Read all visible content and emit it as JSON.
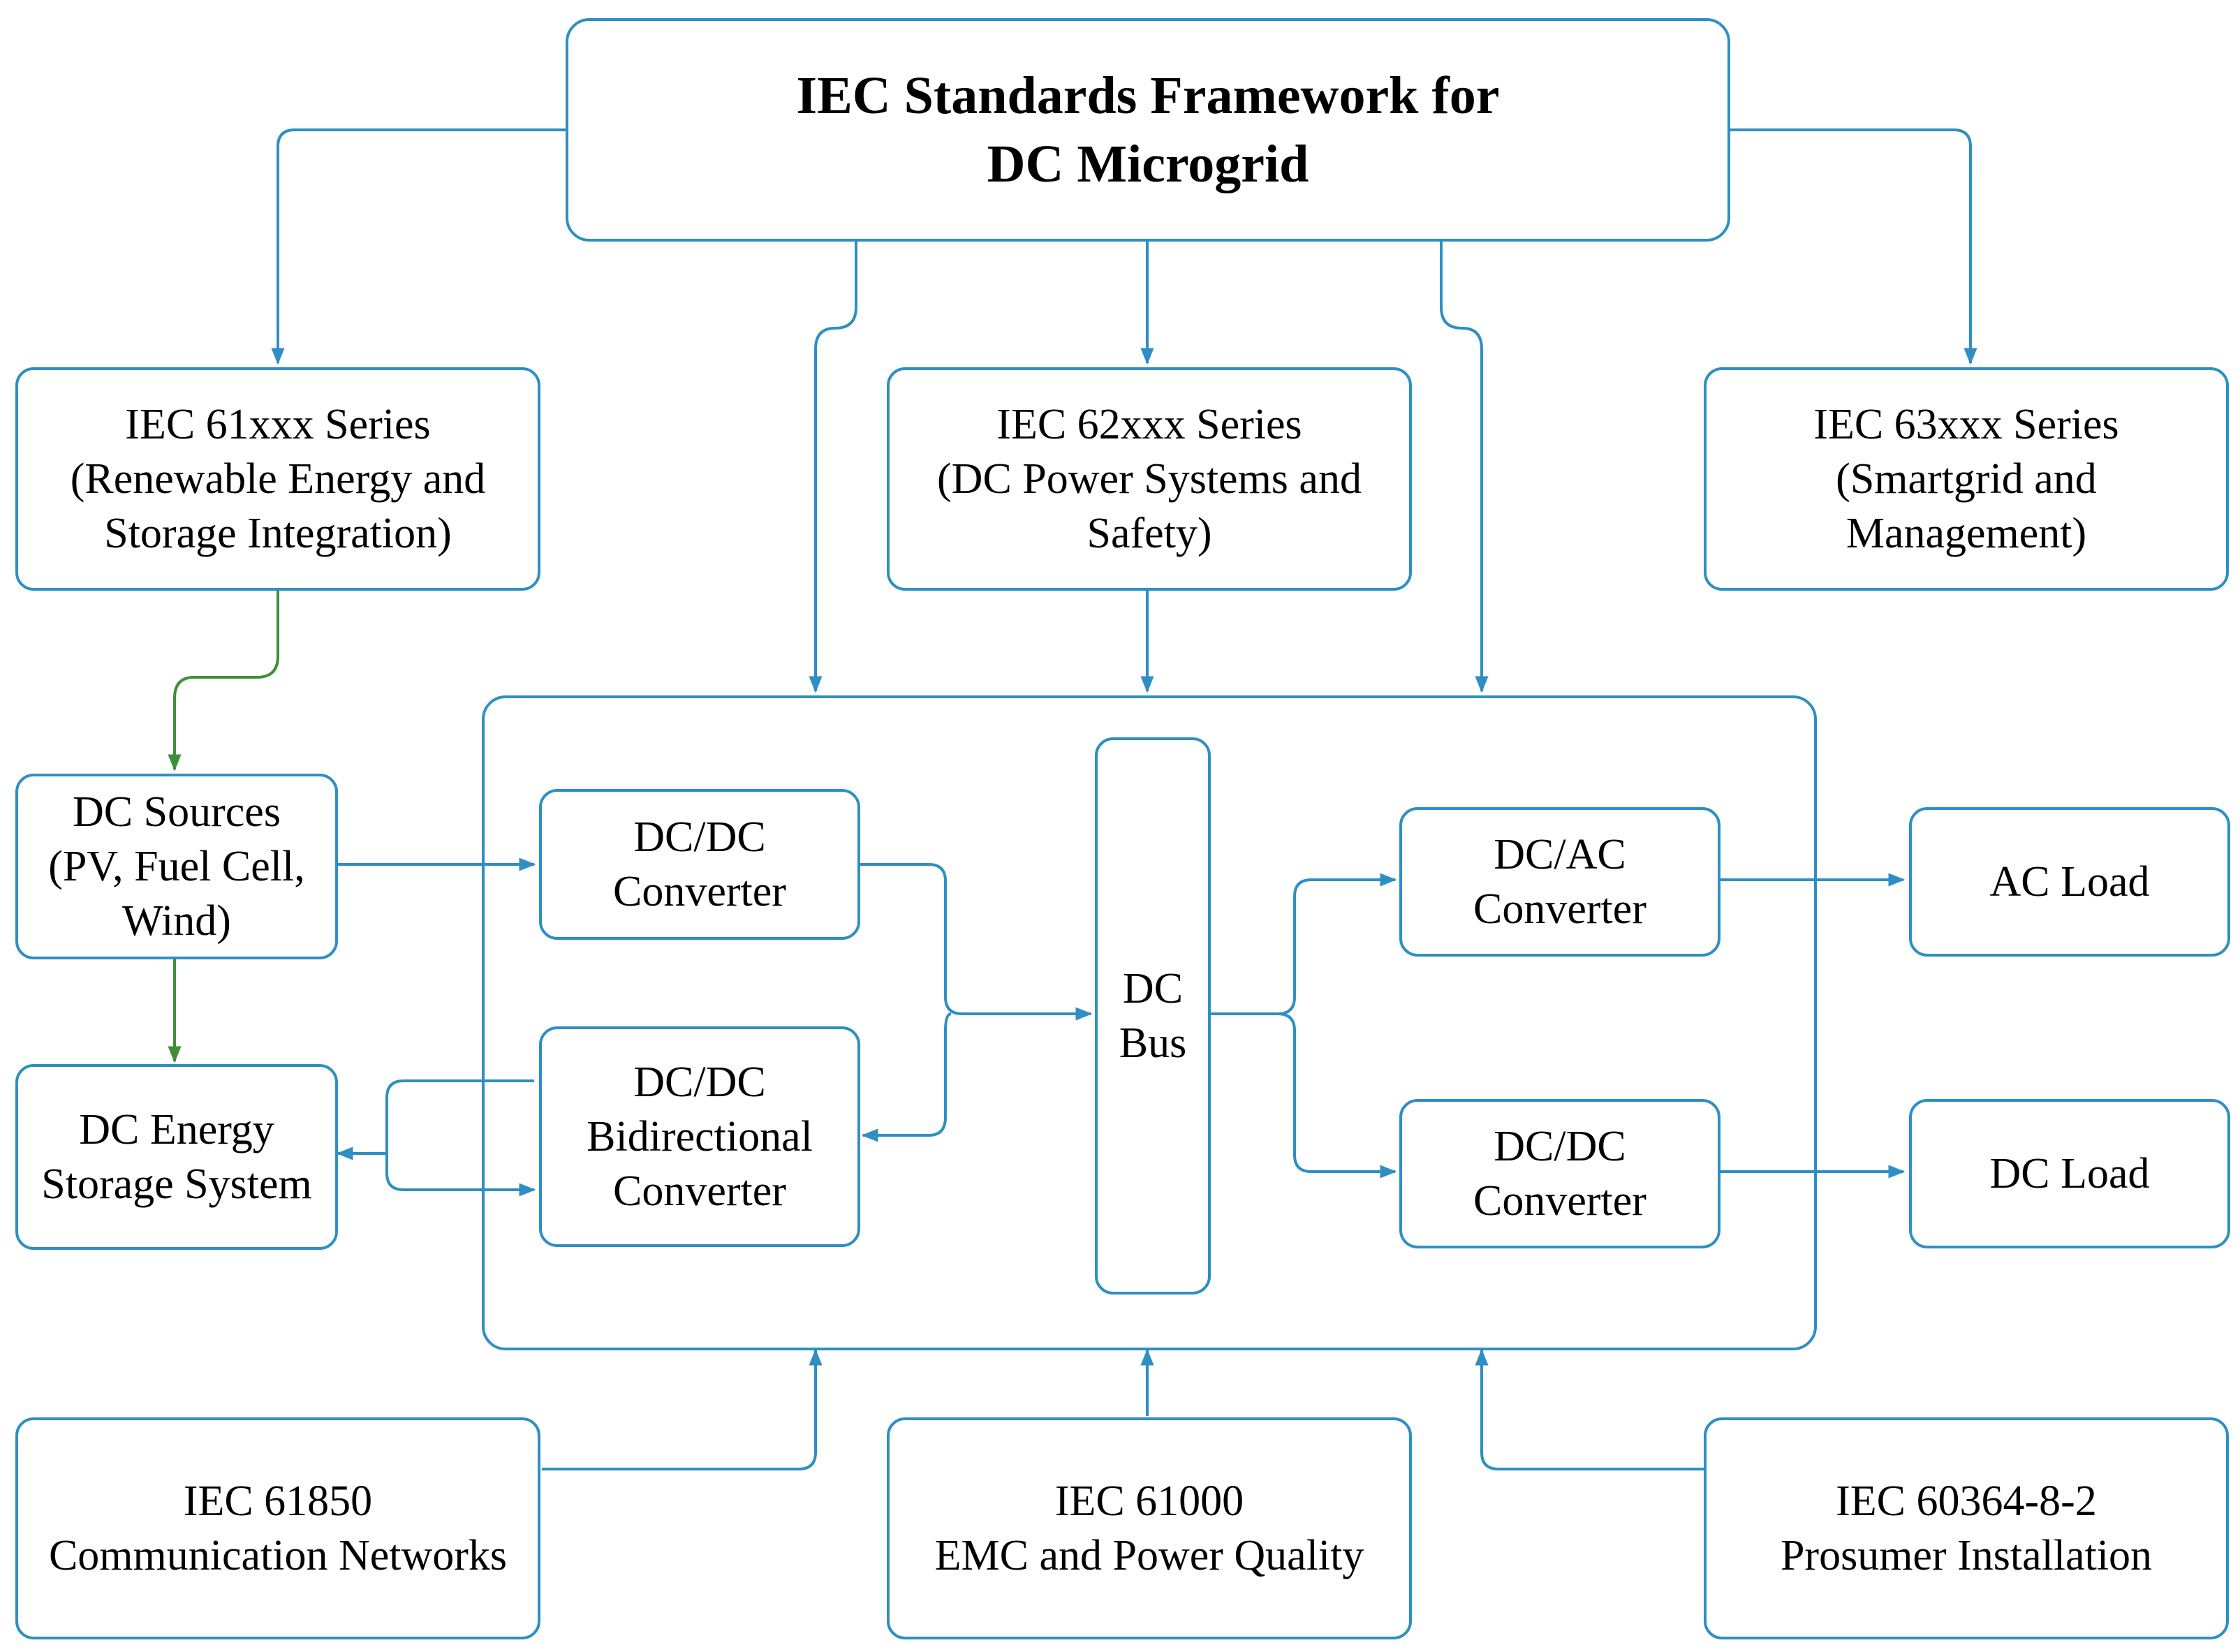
{
  "title": {
    "line1": "IEC Standards Framework for",
    "line2": "DC Microgrid"
  },
  "series": [
    {
      "line1": "IEC 61xxx Series",
      "line2": "(Renewable Energy and",
      "line3": "Storage Integration)"
    },
    {
      "line1": "IEC 62xxx Series",
      "line2": "(DC Power Systems and",
      "line3": "Safety)"
    },
    {
      "line1": "IEC 63xxx Series",
      "line2": "(Smartgrid and",
      "line3": "Management)"
    }
  ],
  "dc_sources": {
    "line1": "DC Sources",
    "line2": "(PV, Fuel Cell,",
    "line3": "Wind)"
  },
  "dc_storage": {
    "line1": "DC Energy",
    "line2": "Storage System"
  },
  "dcdc_converter_in": {
    "line1": "DC/DC",
    "line2": "Converter"
  },
  "dcdc_bidirectional": {
    "line1": "DC/DC",
    "line2": "Bidirectional",
    "line3": "Converter"
  },
  "dc_bus": {
    "line1": "DC",
    "line2": "Bus"
  },
  "dcac_converter": {
    "line1": "DC/AC",
    "line2": "Converter"
  },
  "dcdc_converter_out": {
    "line1": "DC/DC",
    "line2": "Converter"
  },
  "ac_load": {
    "label": "AC Load"
  },
  "dc_load": {
    "label": "DC Load"
  },
  "standards": [
    {
      "line1": "IEC 61850",
      "line2": "Communication Networks"
    },
    {
      "line1": "IEC 61000",
      "line2": "EMC and Power Quality"
    },
    {
      "line1": "IEC 60364-8-2",
      "line2": "Prosumer Installation"
    }
  ],
  "colors": {
    "blue": "#2f8fc4",
    "green": "#3f8f3a"
  }
}
